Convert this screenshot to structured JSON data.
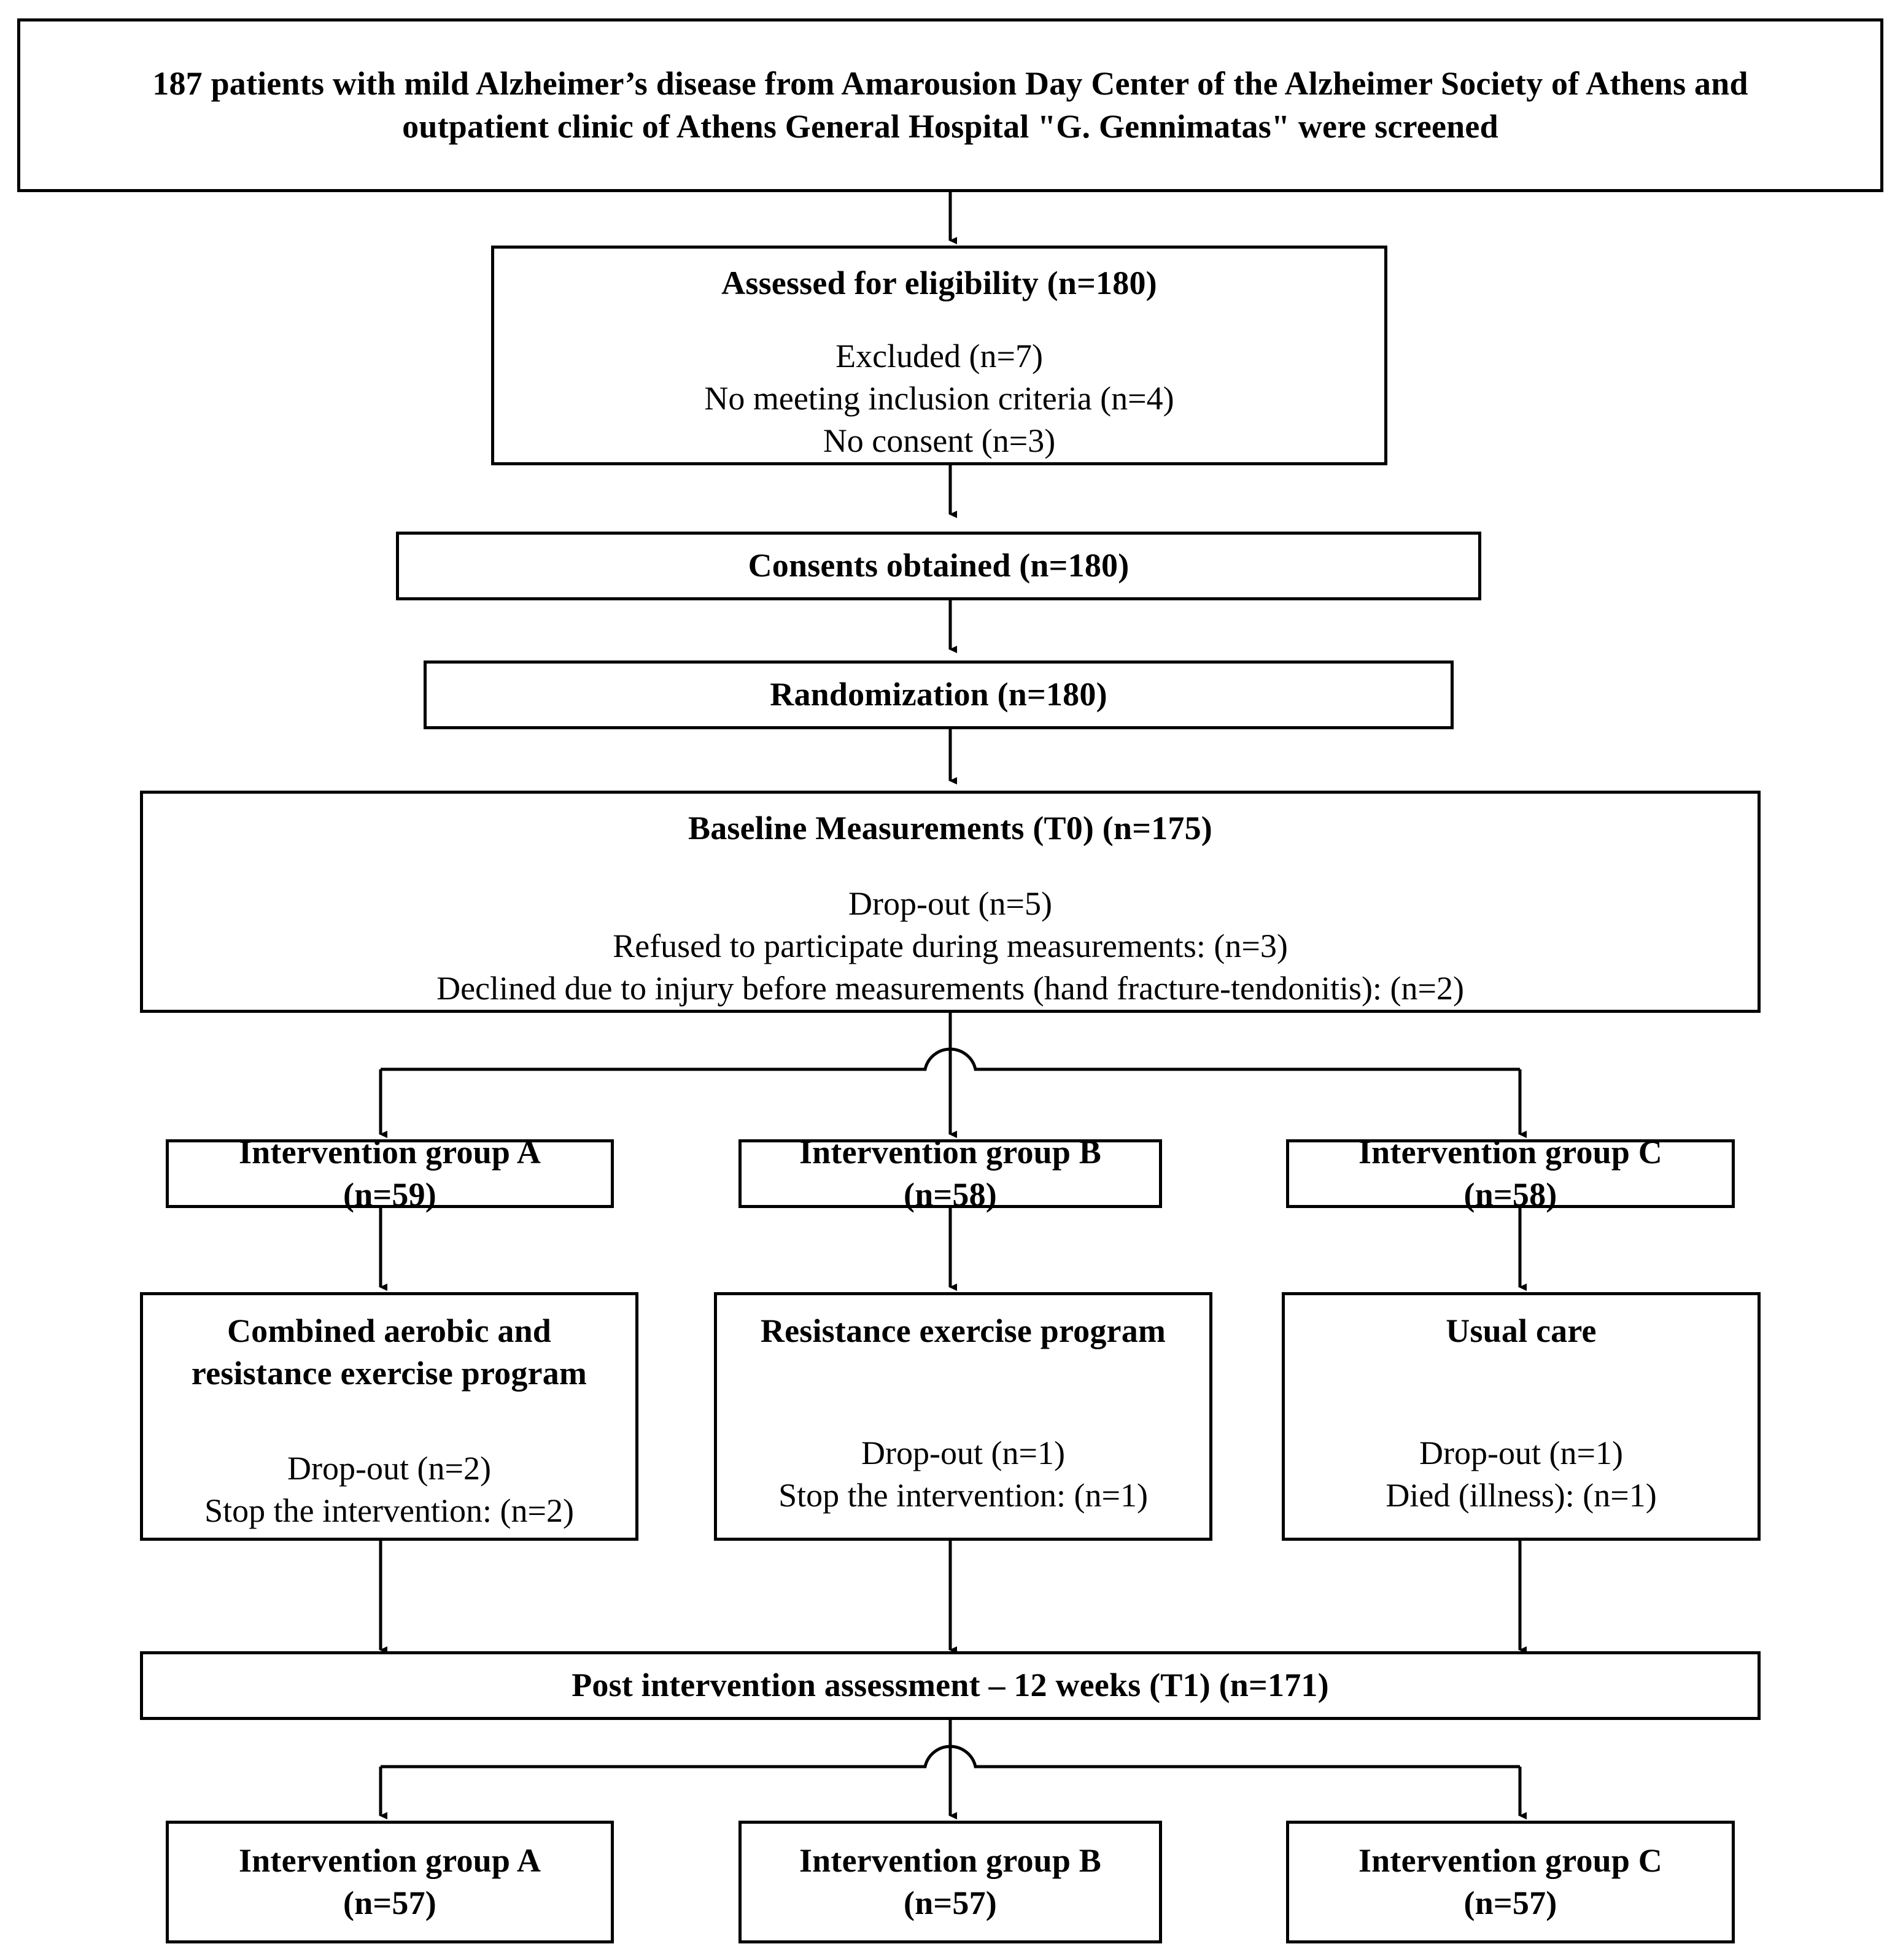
{
  "diagram": {
    "type": "CONSORT participant flow diagram",
    "nodes": {
      "screened": {
        "line1": "187 patients with mild Alzheimer’s disease from Amarousion Day Center of the Alzheimer Society of Athens and",
        "line2": "outpatient clinic of Athens General Hospital \"G. Gennimatas\" were screened"
      },
      "eligibility": {
        "title": "Assessed for eligibility (n=180)",
        "detail1": "Excluded (n=7)",
        "detail2": "No meeting inclusion criteria (n=4)",
        "detail3": "No consent (n=3)"
      },
      "consents": {
        "title": "Consents obtained (n=180)"
      },
      "randomization": {
        "title": "Randomization (n=180)"
      },
      "baseline": {
        "title": "Baseline Measurements (T0) (n=175)",
        "detail1": "Drop-out (n=5)",
        "detail2": "Refused to participate during measurements: (n=3)",
        "detail3": "Declined due to injury before measurements (hand fracture-tendonitis): (n=2)"
      },
      "group_a_1": {
        "title": "Intervention group A",
        "count": "(n=59)"
      },
      "group_b_1": {
        "title": "Intervention group B",
        "count": "(n=58)"
      },
      "group_c_1": {
        "title": "Intervention group C",
        "count": "(n=58)"
      },
      "program_a": {
        "title1": "Combined aerobic and",
        "title2": "resistance exercise program",
        "detail1": "Drop-out (n=2)",
        "detail2": "Stop the intervention: (n=2)"
      },
      "program_b": {
        "title1": "Resistance exercise program",
        "detail1": "Drop-out (n=1)",
        "detail2": "Stop the intervention: (n=1)"
      },
      "program_c": {
        "title1": "Usual care",
        "detail1": "Drop-out (n=1)",
        "detail2": "Died (illness): (n=1)"
      },
      "post_assessment": {
        "title": "Post intervention assessment – 12 weeks (T1) (n=171)"
      },
      "group_a_2": {
        "title": "Intervention group A",
        "count": "(n=57)"
      },
      "group_b_2": {
        "title": "Intervention group B",
        "count": "(n=57)"
      },
      "group_c_2": {
        "title": "Intervention group C",
        "count": "(n=57)"
      }
    },
    "colors": {
      "stroke": "#000000",
      "fill": "#ffffff",
      "text": "#000000"
    }
  }
}
